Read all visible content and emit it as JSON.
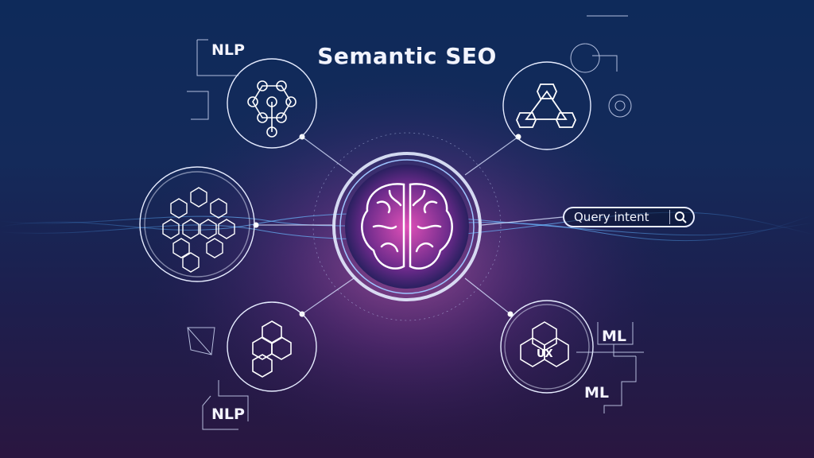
{
  "title": "Semantic SEO",
  "labels": {
    "nlp_top": "NLP",
    "nlp_bottom": "NLP",
    "ml_top": "ML",
    "ml_bottom": "ML",
    "ux": "UX"
  },
  "search": {
    "value": "Query intent",
    "icon": "search-icon"
  },
  "center": {
    "icon": "brain-icon"
  },
  "nodes": [
    {
      "position": "top-left",
      "icon": "hexagon-cluster-icon"
    },
    {
      "position": "top-right",
      "icon": "triangle-network-icon"
    },
    {
      "position": "left",
      "icon": "honeycomb-icons"
    },
    {
      "position": "bottom-left",
      "icon": "stacked-hexagons-icon"
    },
    {
      "position": "bottom-right",
      "icon": "overlapping-hexagons-icon"
    }
  ],
  "colors": {
    "background_top": "#0e2a5a",
    "background_bottom": "#2a1640",
    "glow": "#ff5fc8",
    "line": "#d8e2ff"
  }
}
